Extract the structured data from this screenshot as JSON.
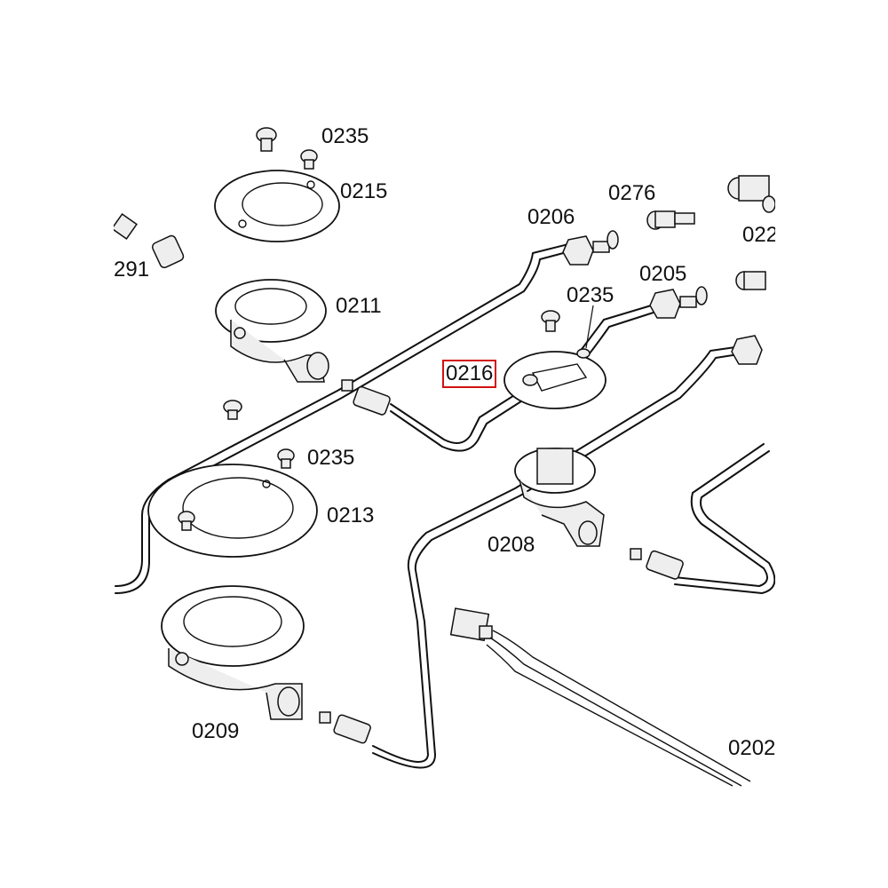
{
  "diagram": {
    "type": "exploded-parts-diagram",
    "highlighted_label": "0216",
    "highlight_color": "#d11111",
    "labels": [
      {
        "id": "l1",
        "text": "0235"
      },
      {
        "id": "l2",
        "text": "0215"
      },
      {
        "id": "l3",
        "text": "291"
      },
      {
        "id": "l4",
        "text": "0211"
      },
      {
        "id": "l5",
        "text": "0206"
      },
      {
        "id": "l6",
        "text": "0276"
      },
      {
        "id": "l7",
        "text": "022"
      },
      {
        "id": "l8",
        "text": "0205"
      },
      {
        "id": "l9",
        "text": "0235"
      },
      {
        "id": "l10",
        "text": "0216"
      },
      {
        "id": "l11",
        "text": "0235"
      },
      {
        "id": "l12",
        "text": "0213"
      },
      {
        "id": "l13",
        "text": "0208"
      },
      {
        "id": "l14",
        "text": "0209"
      },
      {
        "id": "l15",
        "text": "0202"
      }
    ],
    "parts": [
      "screw",
      "screw",
      "burner-ring-gasket",
      "nozzle",
      "nut",
      "burner-base",
      "pipe",
      "injector-nut",
      "fitting",
      "screw",
      "burner-ring-gasket-small",
      "pipe",
      "screw",
      "burner-ring-gasket",
      "burner-base",
      "burner-base",
      "thermocouple",
      "thermocouple",
      "thermocouple",
      "connector-plug",
      "wiring"
    ]
  }
}
